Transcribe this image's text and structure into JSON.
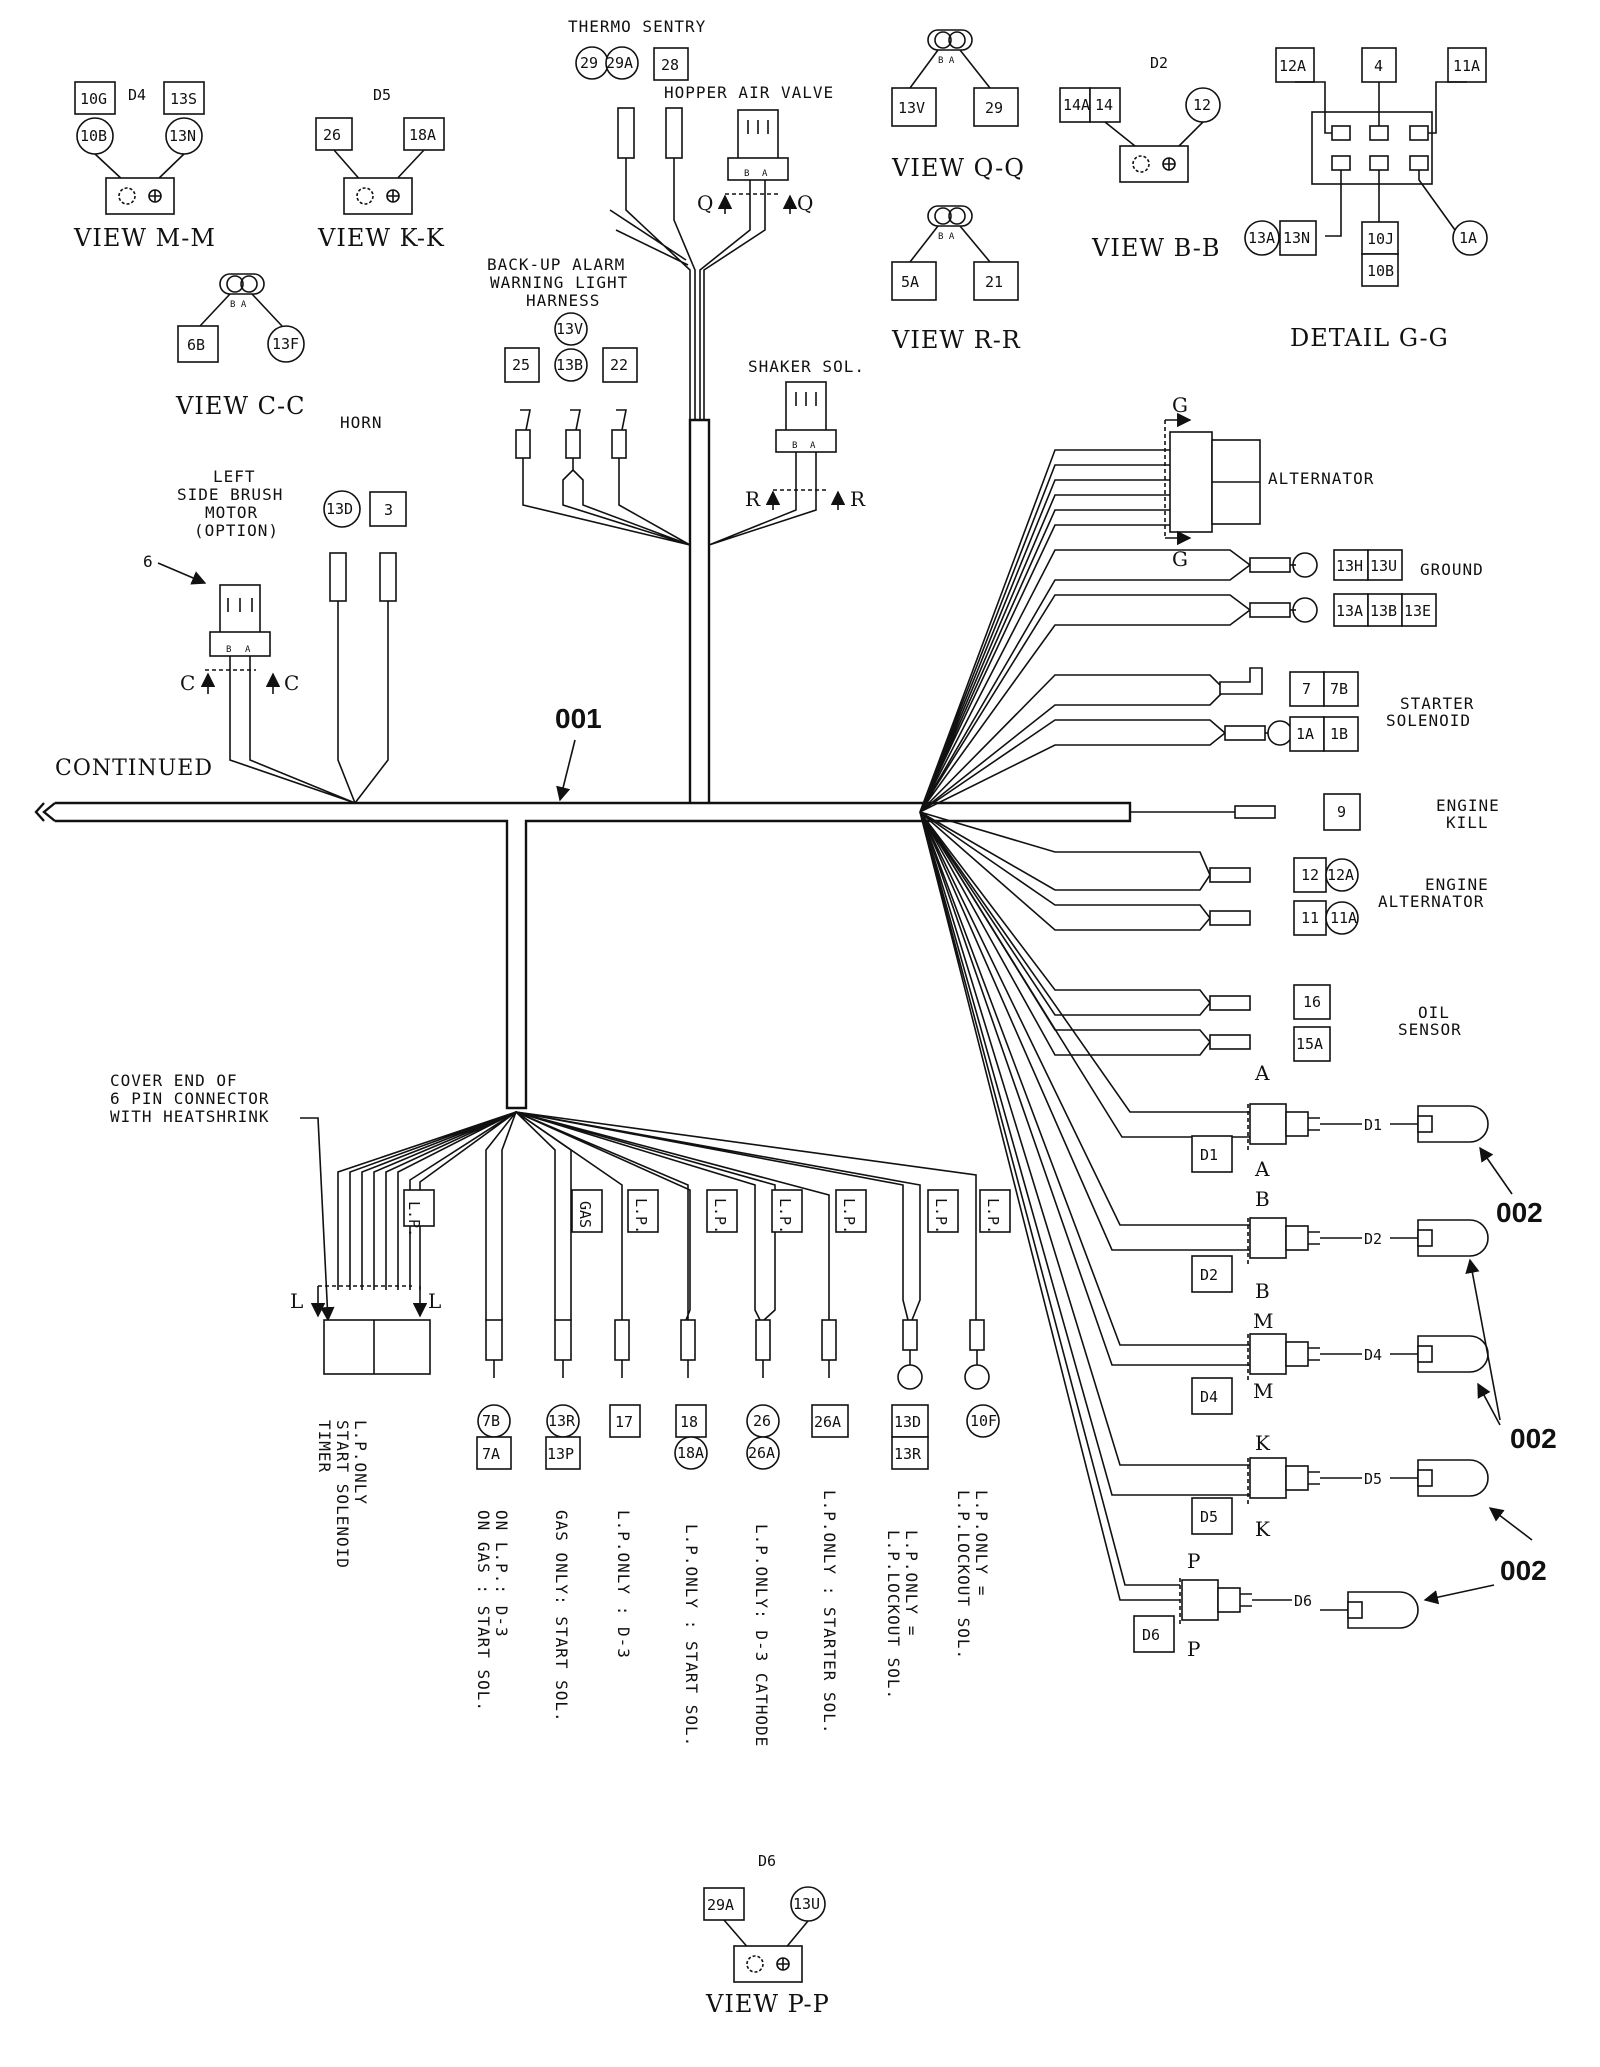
{
  "colors": {
    "line": "#111111",
    "background": "#ffffff"
  },
  "refs": {
    "harness": "001",
    "fuse_holder_1": "002",
    "fuse_holder_2": "002",
    "fuse_holder_3": "002"
  },
  "views": {
    "mm": {
      "title": "VIEW M-M",
      "conn": "D4",
      "boxes": [
        "10G",
        "13S"
      ],
      "circles": [
        "10B",
        "13N"
      ]
    },
    "kk": {
      "title": "VIEW K-K",
      "conn": "D5",
      "boxes": [
        "26",
        "18A"
      ]
    },
    "cc": {
      "title": "VIEW C-C",
      "boxes": [
        "6B"
      ],
      "circles": [
        "13F"
      ],
      "pins": "B A"
    },
    "qq": {
      "title": "VIEW Q-Q",
      "boxes": [
        "13V",
        "29"
      ],
      "pins": "B A"
    },
    "rr": {
      "title": "VIEW R-R",
      "boxes": [
        "5A",
        "21"
      ],
      "pins": "B A"
    },
    "bb": {
      "title": "VIEW B-B",
      "conn": "D2",
      "boxes": [
        "14A",
        "14"
      ],
      "circles": [
        "12"
      ]
    },
    "gg": {
      "title": "DETAIL G-G",
      "boxes": [
        "12A",
        "4",
        "11A",
        "13N",
        "10J",
        "10B"
      ],
      "circles": [
        "13A",
        "1A"
      ]
    },
    "pp": {
      "title": "VIEW P-P",
      "conn": "D6",
      "boxes": [
        "29A"
      ],
      "circles": [
        "13U"
      ]
    }
  },
  "top": {
    "thermo": "THERMO SENTRY",
    "thermo_ids": [
      "29",
      "29A",
      "28"
    ],
    "hopper": "HOPPER AIR VALVE",
    "backup_1": "BACK-UP ALARM",
    "backup_2": "WARNING LIGHT",
    "backup_3": "HARNESS",
    "backup_ids": [
      "13V",
      "25",
      "13B",
      "22"
    ],
    "shaker": "SHAKER SOL.",
    "horn": "HORN",
    "horn_ids": [
      "13D",
      "3"
    ],
    "brush_1": "LEFT",
    "brush_2": "SIDE BRUSH",
    "brush_3": "MOTOR",
    "brush_4": "(OPTION)",
    "brush_num": "6",
    "continued": "CONTINUED"
  },
  "right": {
    "alternator": "ALTERNATOR",
    "ground": "GROUND",
    "ground_ids_1": [
      "13H",
      "13U"
    ],
    "ground_ids_2": [
      "13A",
      "13B",
      "13E"
    ],
    "starter_1": "STARTER",
    "starter_2": "SOLENOID",
    "starter_ids_1": [
      "7",
      "7B"
    ],
    "starter_ids_2": [
      "1A",
      "1B"
    ],
    "kill_1": "ENGINE",
    "kill_2": "KILL",
    "kill_id": "9",
    "eng_alt_1": "ENGINE",
    "eng_alt_2": "ALTERNATOR",
    "eng_alt_ids_1": [
      "12",
      "12A"
    ],
    "eng_alt_ids_2": [
      "11",
      "11A"
    ],
    "oil_1": "OIL",
    "oil_2": "SENSOR",
    "oil_ids": [
      "16",
      "15A"
    ],
    "diodes": [
      "D1",
      "D2",
      "D4",
      "D5",
      "D6"
    ],
    "section_letters": [
      "A",
      "B",
      "M",
      "K",
      "P"
    ]
  },
  "bottom": {
    "cover_1": "COVER END OF",
    "cover_2": "6 PIN CONNECTOR",
    "cover_3": "WITH HEATSHRINK",
    "lp": "L.P.",
    "gas": "GAS",
    "timer_1": "L.P.ONLY",
    "timer_2": "START SOLENOID",
    "timer_3": "TIMER",
    "term_ids": [
      [
        "7B",
        "7A"
      ],
      [
        "13R",
        "13P"
      ],
      [
        "17"
      ],
      [
        "18",
        "18A"
      ],
      [
        "26",
        "26A"
      ],
      [
        "26A"
      ],
      [
        "13D",
        "13R"
      ],
      [
        "10F"
      ]
    ],
    "notes": [
      [
        "ON L.P.: D-3",
        "ON GAS : START SOL."
      ],
      [
        "GAS ONLY: START SOL."
      ],
      [
        "L.P.ONLY : D-3"
      ],
      [
        "L.P.ONLY : START SOL."
      ],
      [
        "L.P.ONLY: D-3 CATHODE"
      ],
      [
        "L.P.ONLY : STARTER SOL."
      ],
      [
        "L.P.ONLY =",
        "L.P.LOCKOUT SOL."
      ],
      [
        "L.P.ONLY =",
        "L.P.LOCKOUT SOL."
      ]
    ]
  }
}
